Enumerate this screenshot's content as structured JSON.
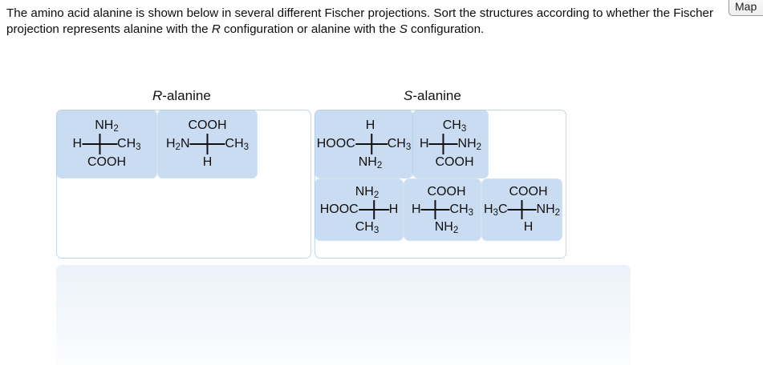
{
  "window": {
    "map_button_label": "Map"
  },
  "prompt": {
    "line1": "The amino acid alanine is shown below in several different Fischer projections. Sort the structures",
    "line2_a": "according to whether the Fischer projection represents alanine with the ",
    "line2_cfg_r": "R",
    "line2_b": " configuration or alanine with the",
    "line3_cfg_s": "S",
    "line3_b": " configuration."
  },
  "columns": [
    {
      "id": "r",
      "config_letter": "R",
      "suffix": "-alanine"
    },
    {
      "id": "s",
      "config_letter": "S",
      "suffix": "-alanine"
    }
  ],
  "tiles": {
    "r1": {
      "top": "NH",
      "top_sub": "2",
      "left": "H",
      "left_sub": "",
      "right": "CH",
      "right_sub": "3",
      "bottom": "COOH",
      "bottom_sub": ""
    },
    "r2": {
      "top": "COOH",
      "top_sub": "",
      "left": "H",
      "left_sub": "2",
      "left_tail": "N",
      "right": "CH",
      "right_sub": "3",
      "bottom": "H",
      "bottom_sub": ""
    },
    "s1": {
      "top": "H",
      "top_sub": "",
      "left": "HOOC",
      "left_sub": "",
      "right": "CH",
      "right_sub": "3",
      "bottom": "NH",
      "bottom_sub": "2"
    },
    "s2": {
      "top": "CH",
      "top_sub": "3",
      "left": "H",
      "left_sub": "",
      "right": "NH",
      "right_sub": "2",
      "bottom": "COOH",
      "bottom_sub": ""
    },
    "s3": {
      "top": "NH",
      "top_sub": "2",
      "left": "HOOC",
      "left_sub": "",
      "right": "H",
      "right_sub": "",
      "bottom": "CH",
      "bottom_sub": "3"
    },
    "s4": {
      "top": "COOH",
      "top_sub": "",
      "left": "H",
      "left_sub": "",
      "right": "CH",
      "right_sub": "3",
      "bottom": "NH",
      "bottom_sub": "2"
    },
    "s5": {
      "top": "COOH",
      "top_sub": "",
      "left": "H",
      "left_sub": "3",
      "left_tail": "C",
      "right": "NH",
      "right_sub": "2",
      "bottom": "H",
      "bottom_sub": ""
    }
  },
  "colors": {
    "tile_fill": "#cadcf1",
    "zone_border": "#bcd8ef",
    "tray_top": "#edf2fa",
    "bond_stroke": "#111111"
  }
}
